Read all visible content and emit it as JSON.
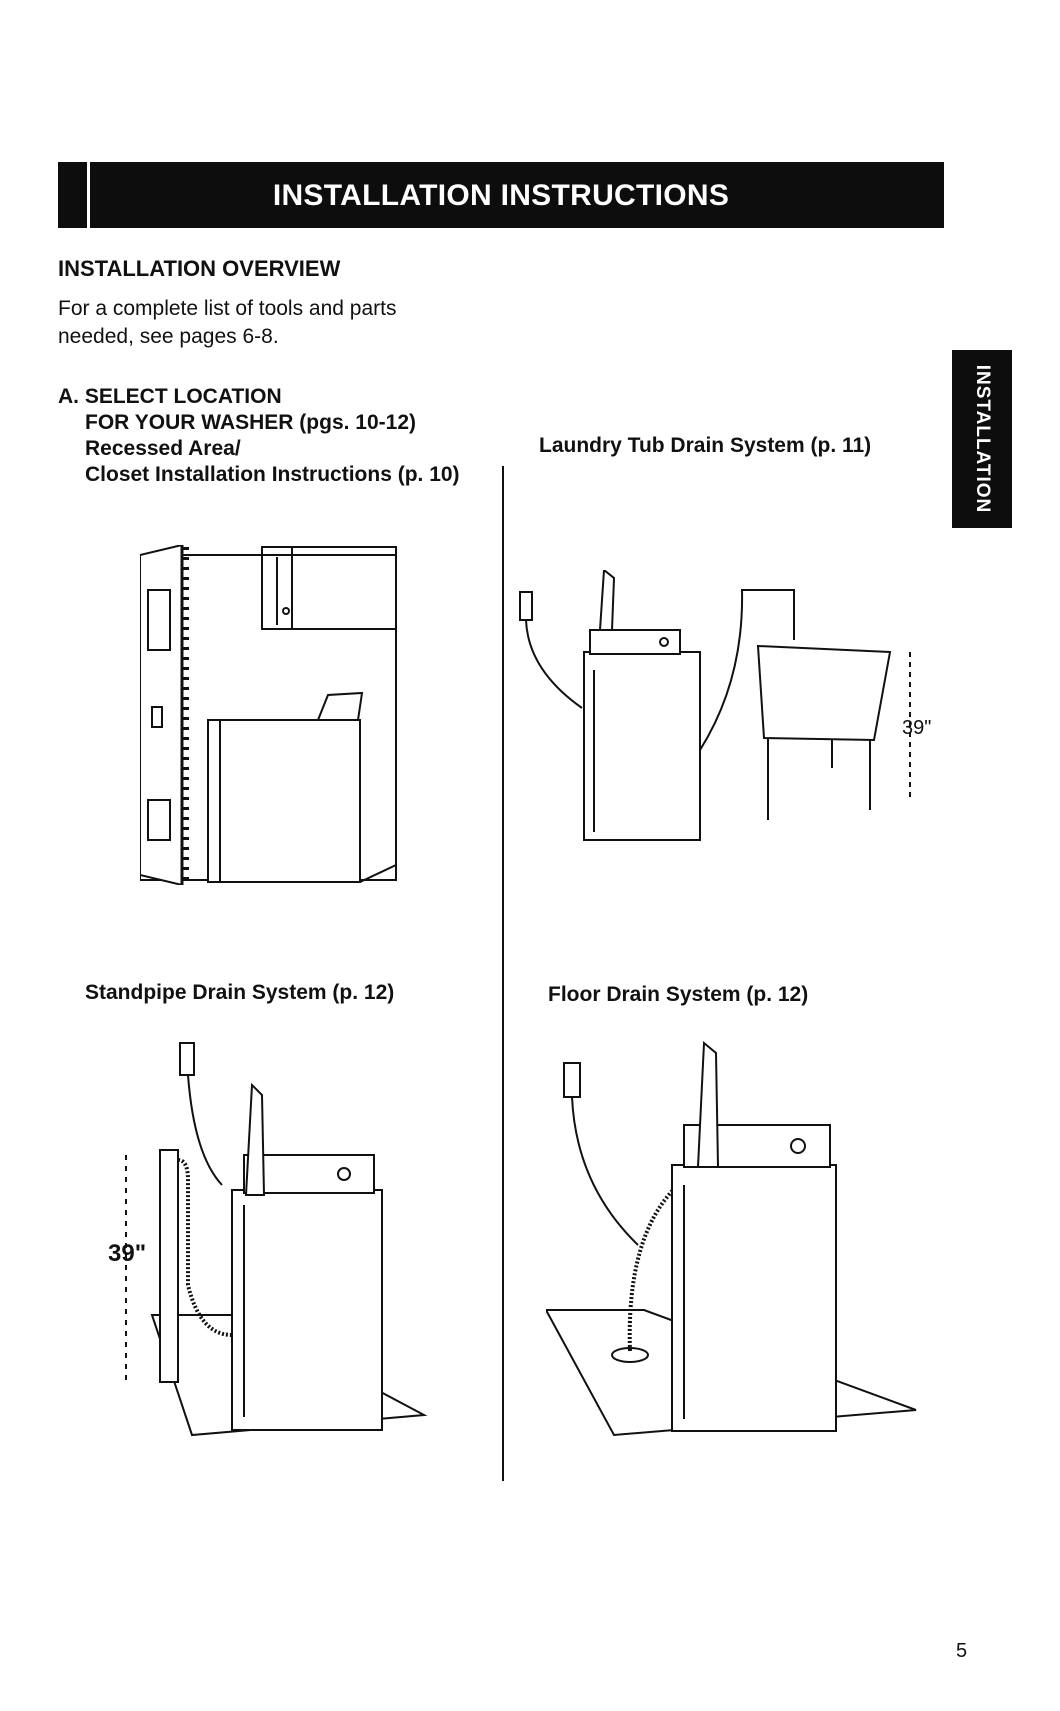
{
  "banner": {
    "title": "INSTALLATION INSTRUCTIONS"
  },
  "side_tab": {
    "label": "INSTALLATION"
  },
  "overview": {
    "title": "INSTALLATION OVERVIEW",
    "text": "For a complete list of tools and parts needed, see pages 6-8."
  },
  "step_a": {
    "line1": "A. SELECT LOCATION",
    "line2": "FOR YOUR WASHER (pgs. 10-12)",
    "line3": "Recessed Area/",
    "line4": "Closet Installation Instructions (p. 10)"
  },
  "captions": {
    "laundry_tub": "Laundry Tub Drain System (p. 11)",
    "standpipe": "Standpipe Drain System (p. 12)",
    "floor": "Floor Drain System (p. 12)"
  },
  "dimensions": {
    "laundry_tub_height": "39\"",
    "standpipe_height": "39\""
  },
  "page_number": "5"
}
